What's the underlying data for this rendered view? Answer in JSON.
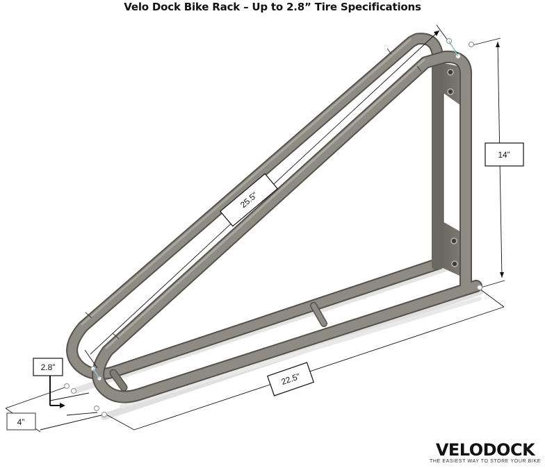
{
  "title": "Velo Dock Bike Rack – Up to 2.8” Tire Specifications",
  "dimensions": {
    "diagonal_length": "25.5”",
    "height": "14”",
    "base_length": "22.5”",
    "tire_width": "2.8”",
    "width": "4”"
  },
  "brand": {
    "logo_text": "VELODOCK",
    "tagline": "THE EASIEST WAY TO STORE YOUR BIKE"
  },
  "colors": {
    "tube": "#8a8780",
    "tube_dark": "#5e5b55",
    "plate": "#74716b",
    "shadow": "#d9d9d9",
    "dimension_line": "#111111",
    "anchor_cyan": "#8fc7cf"
  }
}
